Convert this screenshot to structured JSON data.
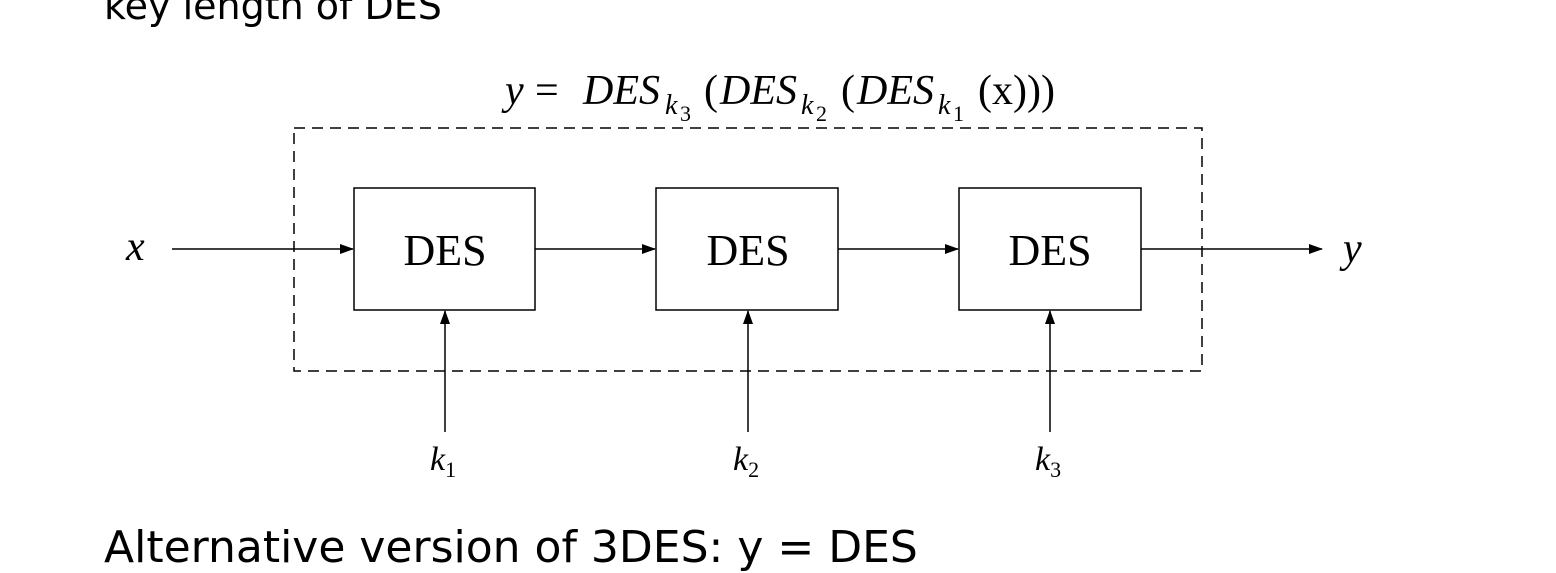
{
  "heading": "key length of DES",
  "formula": {
    "lhs": "y",
    "eq": "=",
    "outer": "DES",
    "outer_sub": "k",
    "outer_sub_index": "3",
    "middle": "DES",
    "middle_sub": "k",
    "middle_sub_index": "2",
    "inner": "DES",
    "inner_sub": "k",
    "inner_sub_index": "1",
    "arg": "(x)))",
    "open1": "(",
    "open2": "("
  },
  "diagram": {
    "input_label": "x",
    "output_label": "y",
    "blocks": [
      {
        "label": "DES",
        "key": "k",
        "key_index": "1"
      },
      {
        "label": "DES",
        "key": "k",
        "key_index": "2"
      },
      {
        "label": "DES",
        "key": "k",
        "key_index": "3"
      }
    ]
  },
  "bottom_text": "Alternative version of 3DES: y = DES"
}
